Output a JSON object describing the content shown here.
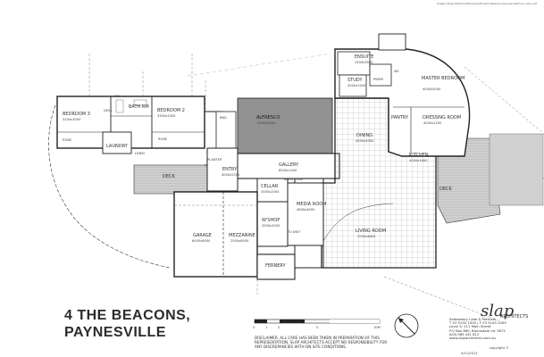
{
  "header_note": "Image:\\\\Slap-fs\\Shared\\Projects\\Fiscal\\4 Beacons Paynesville\\Floor plan.pdf",
  "copyright": "copyright ©",
  "project": {
    "title_line1": "4 THE BEACONS,",
    "title_line2": "PAYNESVILLE"
  },
  "rooms": {
    "bedroom3": {
      "name": "BEDROOM 3",
      "size": "3200x3000"
    },
    "bedroom2": {
      "name": "BEDROOM 2",
      "size": "3300x3300"
    },
    "bath": "BATH RM",
    "wc": "WC",
    "desk": "DESK",
    "robe_a": "ROBE",
    "robe_b": "ROBE",
    "laundry": "LAUNDRY",
    "linen": "LINEN",
    "bbq": "BBQ",
    "alfresco": {
      "name": "ALFRESCO",
      "size": "5000x3500"
    },
    "planter": "PLANTER",
    "entry": {
      "name": "ENTRY",
      "size": "4000x2500"
    },
    "gallery": {
      "name": "GALLERY",
      "size": "6000x1400"
    },
    "deck_west": "DECK",
    "deck_east": "DECK",
    "cellar": {
      "name": "CELLAR",
      "size": "2000x2000"
    },
    "bookcase": "BOOK CASE",
    "media": {
      "name": "MEDIA ROOM",
      "size": "4600x4000"
    },
    "wshop": {
      "name": "W'SHOP",
      "size": "3500x3200"
    },
    "tvunit": "TV UNIT",
    "garage": {
      "name": "GARAGE",
      "size": "6000x6000"
    },
    "mezzanine": {
      "name": "MEZZANINE",
      "size": "2500x6000"
    },
    "fernery": "FERNERY",
    "living": {
      "name": "LIVING ROOM",
      "size": "7000x4800"
    },
    "dining": {
      "name": "DINING",
      "size": "4000x4000"
    },
    "kitchen": {
      "name": "KITCHEN",
      "size": "4000x1600"
    },
    "pantry": "PANTRY",
    "study": {
      "name": "STUDY",
      "size": "2000x2400"
    },
    "ensuite": {
      "name": "ENSUITE",
      "size": "2400x3500"
    },
    "powder": "PWDR",
    "wc2": "WC",
    "master": {
      "name": "MASTER BEDROOM",
      "size": "4000x4000"
    },
    "dressing": {
      "name": "DRESSING ROOM",
      "size": "4000x1200"
    }
  },
  "scale": {
    "ticks": [
      "0",
      "1",
      "2",
      "5",
      "10M"
    ]
  },
  "disclaimer": [
    "DISCLAIMER, ALL CARE HAS BEEN TAKEN IN PREPARATION OF THIS",
    "REPRESENTATION, SLAP ARCHITECTS ACCEPT NO RESPONSIBILITY FOR",
    "ANY DISCREPANCIES WITH ON SITE CONDITIONS."
  ],
  "firm": {
    "name": "Sedaweary Lake & Partners",
    "lines": [
      "T 03 5150 1000 | F 03 5150 1009",
      "Level 2/ 111 Main Street",
      "P.O Box 885, Bairnsdale Vic 3875",
      "ACN 089 441 812",
      "www.slaparchitects.com.au"
    ],
    "logo_word": "slap",
    "logo_sub": "ARCHITECTS"
  },
  "date_stamp": "4/11/2013"
}
